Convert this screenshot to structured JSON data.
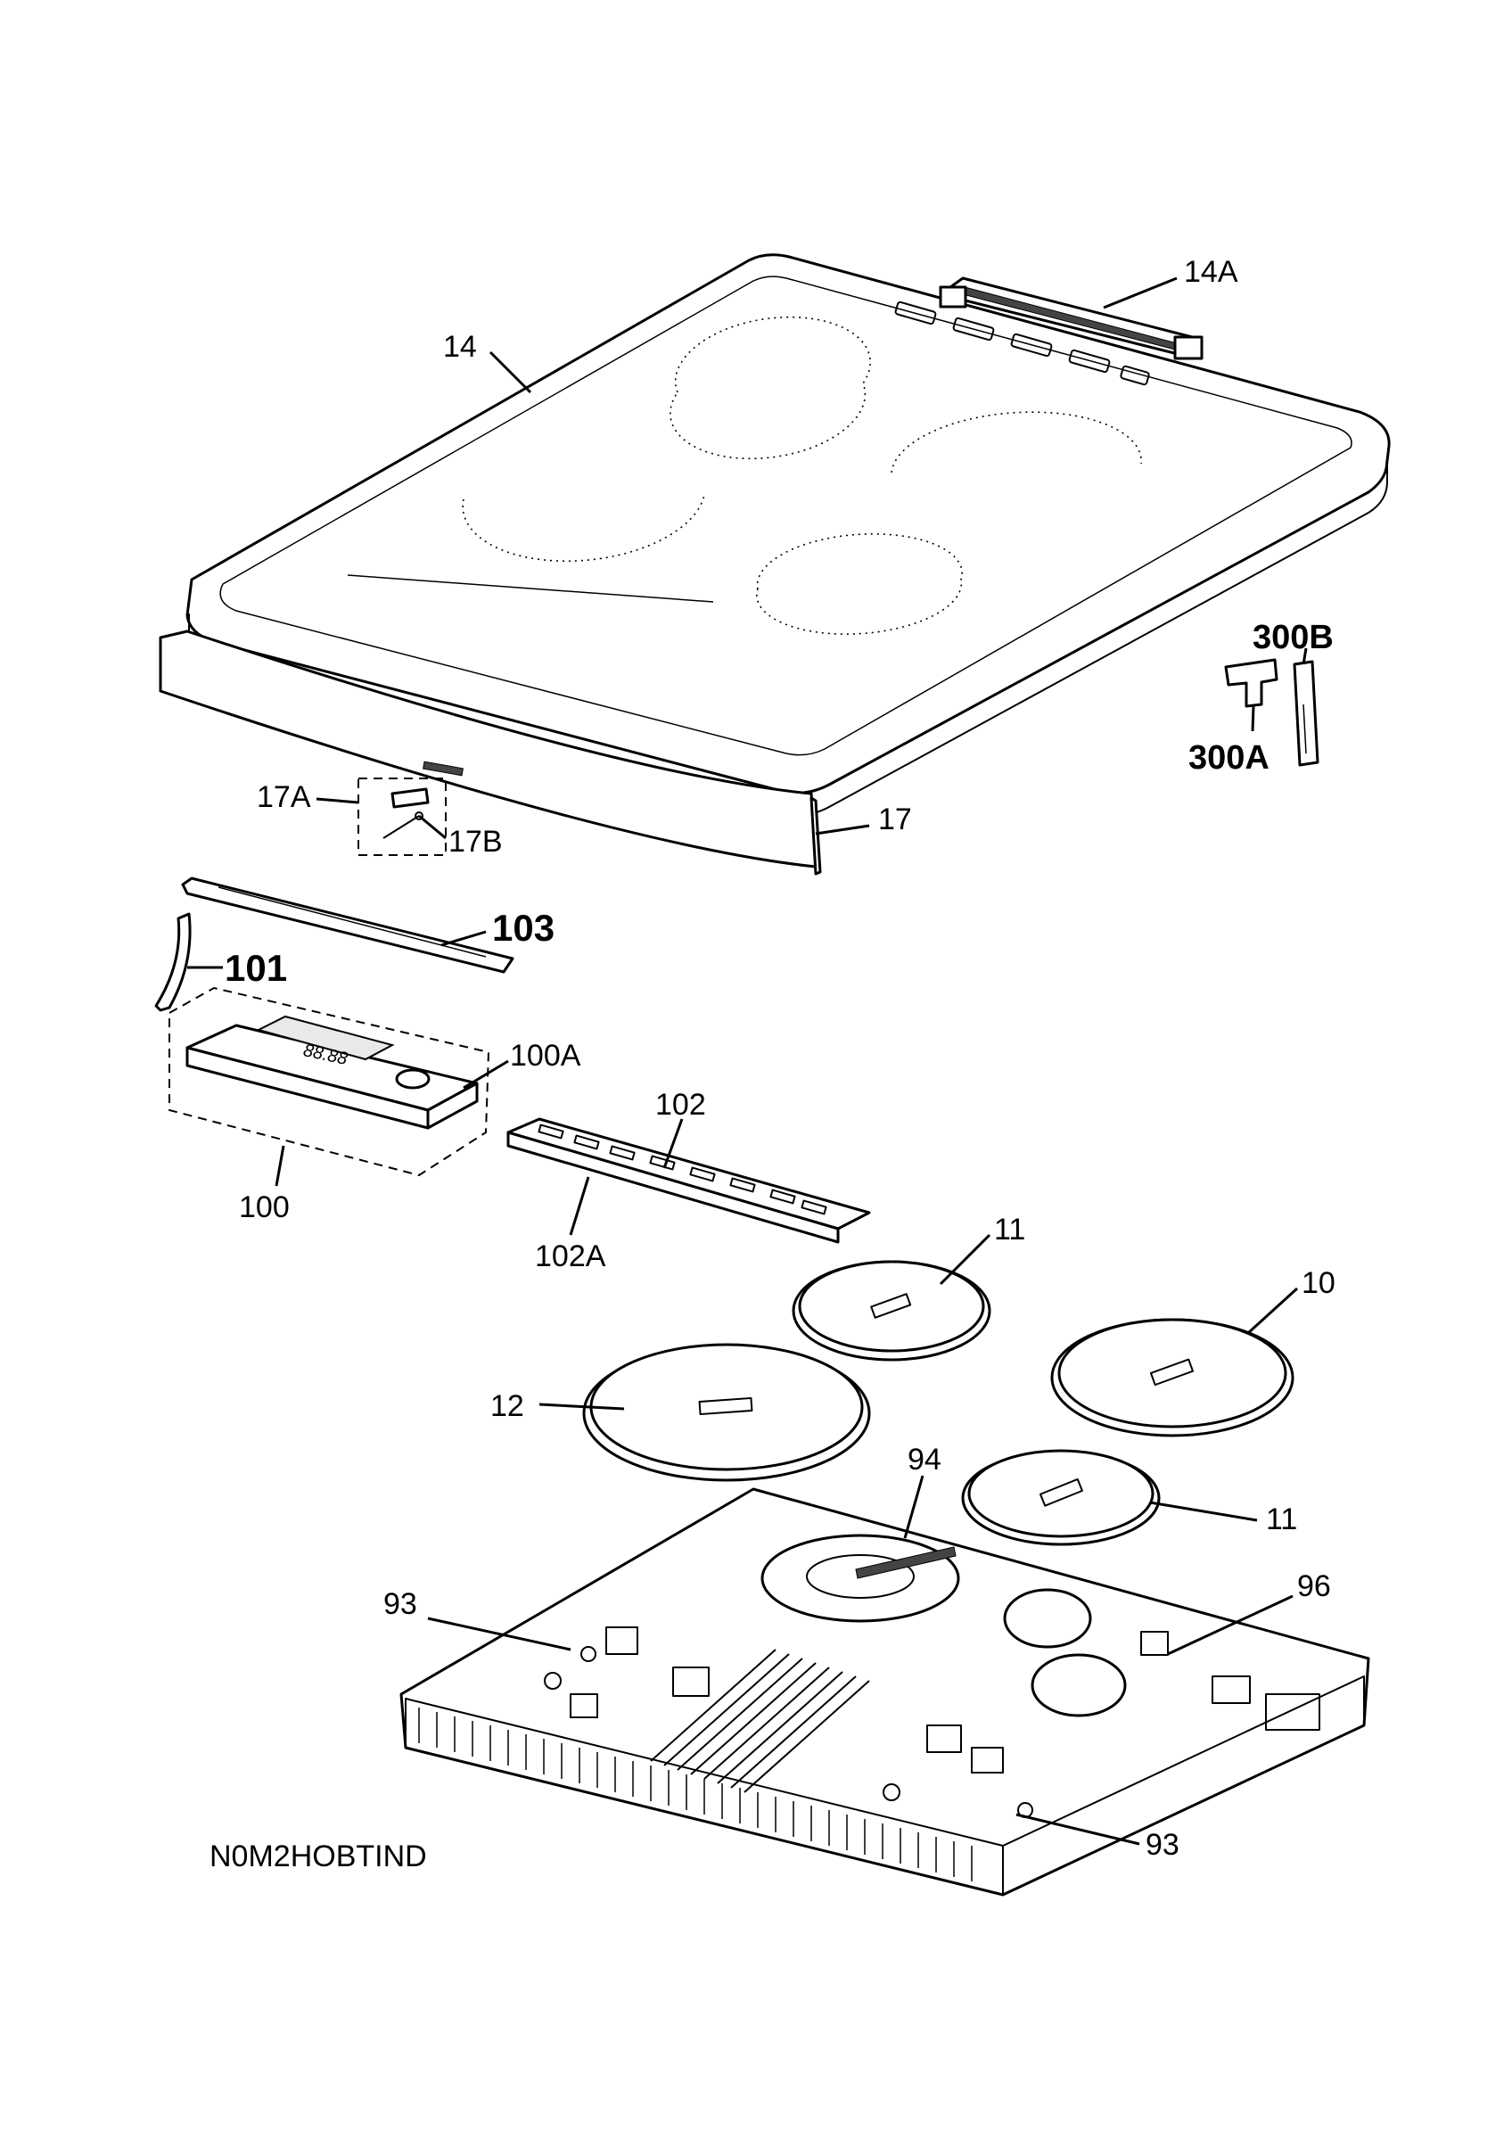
{
  "diagram_code": "N0M2HOBTIND",
  "display_reading": "88.88",
  "callouts": [
    {
      "id": "14A",
      "text": "14A"
    },
    {
      "id": "14",
      "text": "14"
    },
    {
      "id": "300B",
      "text": "300B"
    },
    {
      "id": "300A",
      "text": "300A"
    },
    {
      "id": "17A",
      "text": "17A"
    },
    {
      "id": "17B",
      "text": "17B"
    },
    {
      "id": "17",
      "text": "17"
    },
    {
      "id": "103",
      "text": "103"
    },
    {
      "id": "101",
      "text": "101"
    },
    {
      "id": "100A",
      "text": "100A"
    },
    {
      "id": "102",
      "text": "102"
    },
    {
      "id": "100",
      "text": "100"
    },
    {
      "id": "102A",
      "text": "102A"
    },
    {
      "id": "11a",
      "text": "11"
    },
    {
      "id": "10",
      "text": "10"
    },
    {
      "id": "12",
      "text": "12"
    },
    {
      "id": "94",
      "text": "94"
    },
    {
      "id": "11b",
      "text": "11"
    },
    {
      "id": "93a",
      "text": "93"
    },
    {
      "id": "96",
      "text": "96"
    },
    {
      "id": "93b",
      "text": "93"
    }
  ]
}
